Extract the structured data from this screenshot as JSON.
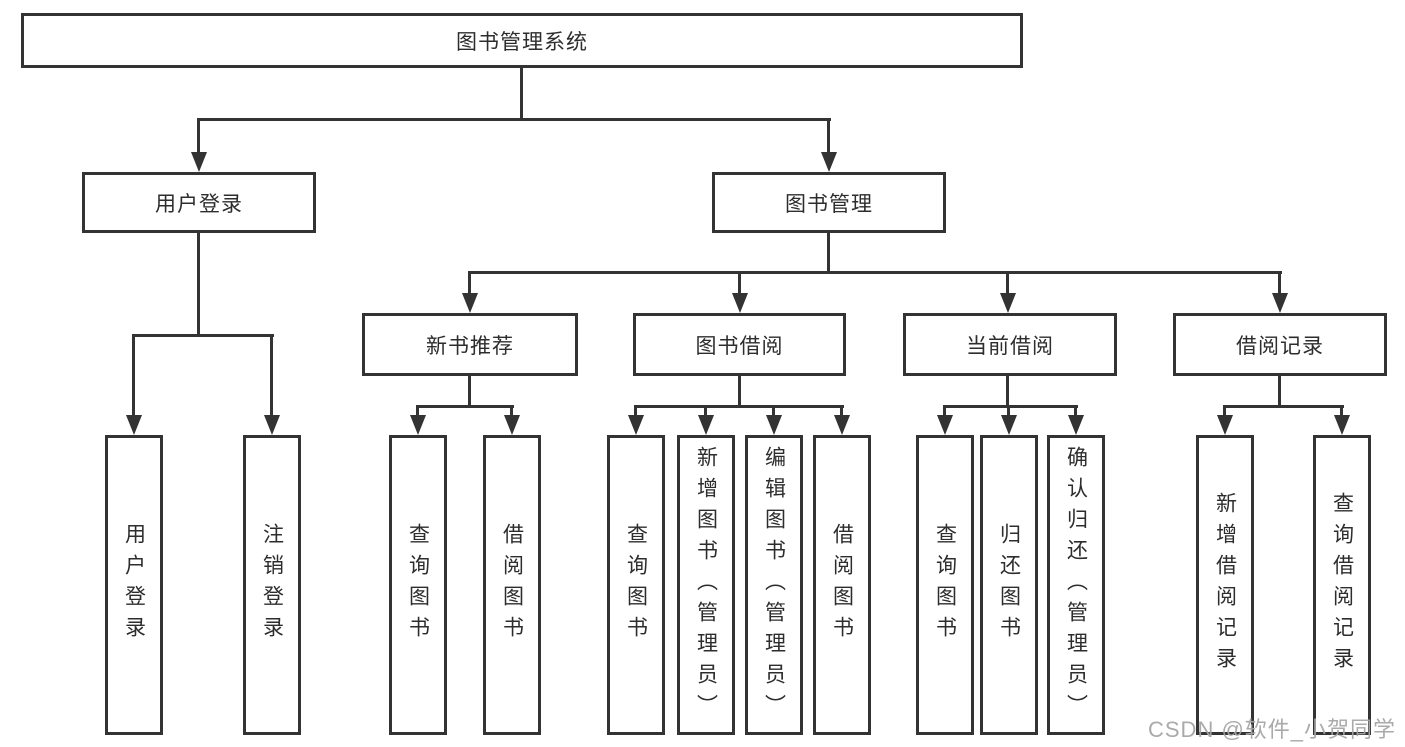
{
  "tree": {
    "root": {
      "label": "图书管理系统"
    },
    "branches": [
      {
        "label": "用户登录",
        "children": [
          {
            "label": "用户登录"
          },
          {
            "label": "注销登录"
          }
        ]
      },
      {
        "label": "图书管理",
        "children": [
          {
            "label": "新书推荐",
            "children": [
              {
                "label": "查询图书"
              },
              {
                "label": "借阅图书"
              }
            ]
          },
          {
            "label": "图书借阅",
            "children": [
              {
                "label": "查询图书"
              },
              {
                "label": "新增图书（管理员）"
              },
              {
                "label": "编辑图书（管理员）"
              },
              {
                "label": "借阅图书"
              }
            ]
          },
          {
            "label": "当前借阅",
            "children": [
              {
                "label": "查询图书"
              },
              {
                "label": "归还图书"
              },
              {
                "label": "确认归还（管理员）"
              }
            ]
          },
          {
            "label": "借阅记录",
            "children": [
              {
                "label": "新增借阅记录"
              },
              {
                "label": "查询借阅记录"
              }
            ]
          }
        ]
      }
    ]
  },
  "watermark": {
    "text": "CSDN @软件_小贺同学"
  },
  "colors": {
    "line": "#333333",
    "text": "#2d2d2d",
    "watermark": "#a5a5a5",
    "background": "#ffffff"
  }
}
